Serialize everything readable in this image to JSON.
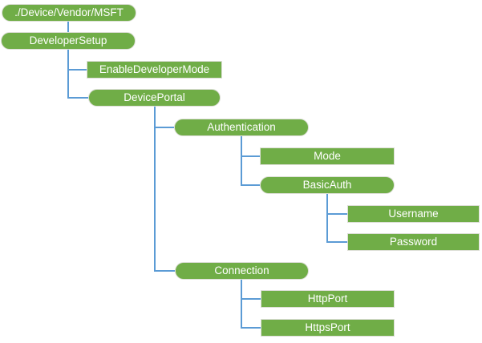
{
  "diagram": {
    "type": "tree",
    "colors": {
      "node_fill": "#70AD47",
      "node_border": "#DCDED6",
      "connector": "#5B9BD5",
      "text": "#FFFFFF",
      "background": "#FFFFFF"
    },
    "nodes": [
      {
        "id": "root",
        "label": "./Device/Vendor/MSFT",
        "shape": "pill",
        "parent": null
      },
      {
        "id": "developer-setup",
        "label": "DeveloperSetup",
        "shape": "pill",
        "parent": "root"
      },
      {
        "id": "enable-developer-mode",
        "label": "EnableDeveloperMode",
        "shape": "rect",
        "parent": "developer-setup"
      },
      {
        "id": "device-portal",
        "label": "DevicePortal",
        "shape": "pill",
        "parent": "developer-setup"
      },
      {
        "id": "authentication",
        "label": "Authentication",
        "shape": "pill",
        "parent": "device-portal"
      },
      {
        "id": "mode",
        "label": "Mode",
        "shape": "rect",
        "parent": "authentication"
      },
      {
        "id": "basic-auth",
        "label": "BasicAuth",
        "shape": "pill",
        "parent": "authentication"
      },
      {
        "id": "username",
        "label": "Username",
        "shape": "rect",
        "parent": "basic-auth"
      },
      {
        "id": "password",
        "label": "Password",
        "shape": "rect",
        "parent": "basic-auth"
      },
      {
        "id": "connection",
        "label": "Connection",
        "shape": "pill",
        "parent": "device-portal"
      },
      {
        "id": "http-port",
        "label": "HttpPort",
        "shape": "rect",
        "parent": "connection"
      },
      {
        "id": "https-port",
        "label": "HttpsPort",
        "shape": "rect",
        "parent": "connection"
      }
    ]
  }
}
